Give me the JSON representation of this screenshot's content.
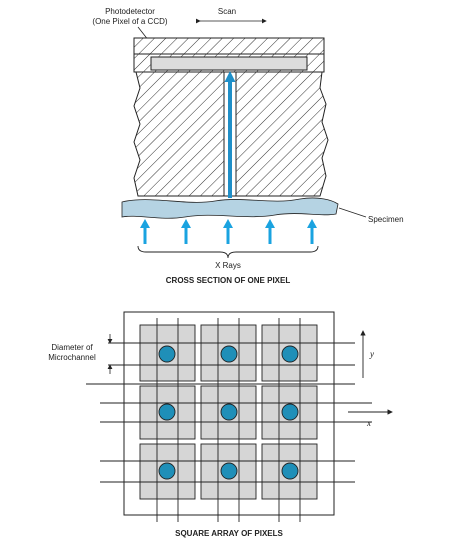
{
  "top": {
    "photodetector_line1": "Photodetector",
    "photodetector_line2": "(One Pixel of a CCD)",
    "scan_label": "Scan",
    "specimen_label": "Specimen",
    "xrays_label": "X Rays",
    "caption": "CROSS SECTION OF ONE PIXEL"
  },
  "bottom": {
    "diameter_line1": "Diameter of",
    "diameter_line2": "Microchannel",
    "y_label": "y",
    "x_label": "x",
    "caption": "SQUARE ARRAY OF PIXELS",
    "rows": 3,
    "cols": 3
  },
  "colors": {
    "channel_blue": "#1f8fc8",
    "arrow_blue": "#1aa3e0",
    "specimen_fill": "#b5d3e3",
    "pixel_gray": "#d6d6d6",
    "dot_fill": "#1f8fb8"
  }
}
